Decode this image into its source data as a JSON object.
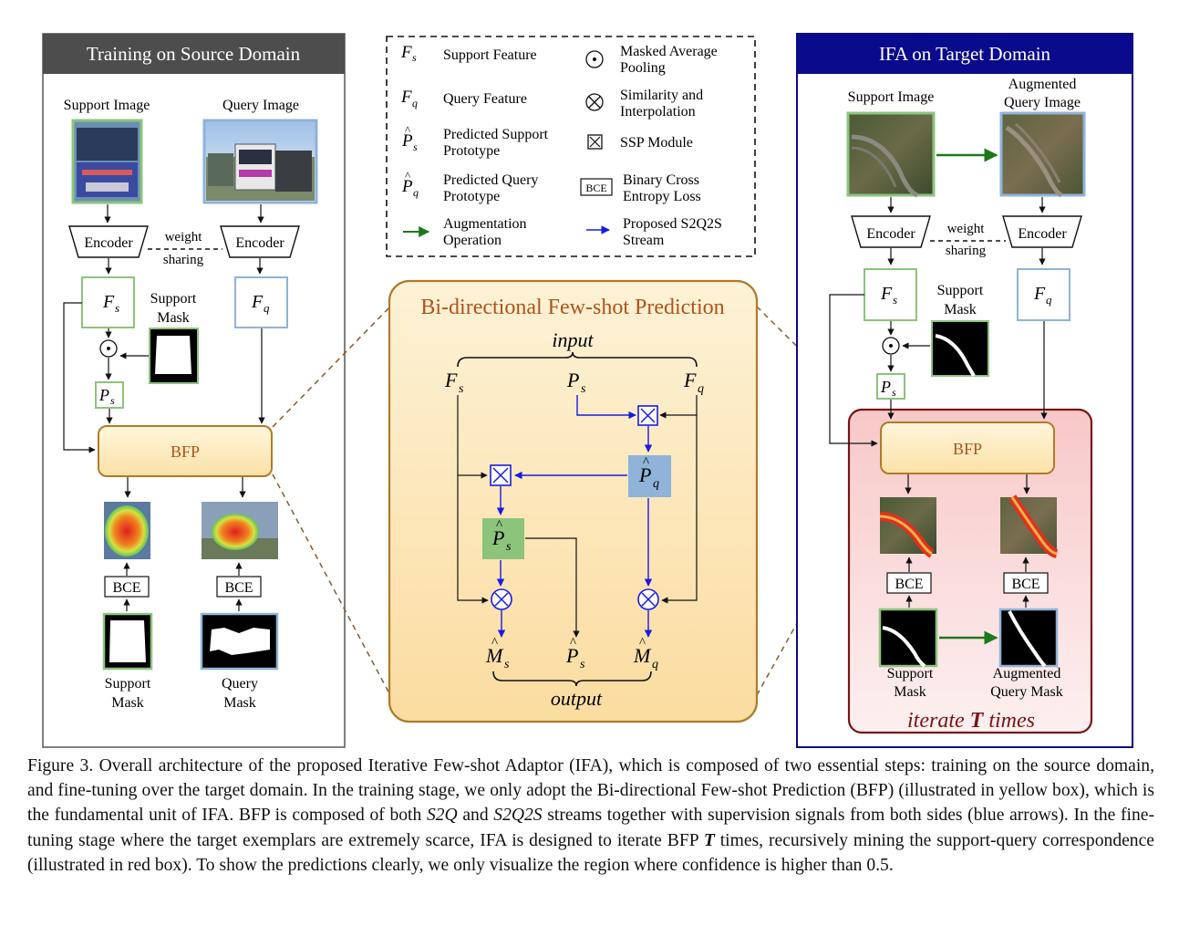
{
  "left_panel": {
    "title": "Training on Source Domain",
    "support_image_label": "Support Image",
    "query_image_label": "Query Image",
    "encoder_label": "Encoder",
    "weight_sharing_line1": "weight",
    "weight_sharing_line2": "sharing",
    "fs_label": "F",
    "fs_sub": "s",
    "fq_label": "F",
    "fq_sub": "q",
    "support_mask_line1": "Support",
    "support_mask_line2": "Mask",
    "ps_label": "P",
    "ps_sub": "s",
    "bfp_label": "BFP",
    "bce_label": "BCE",
    "bottom_support_line1": "Support",
    "bottom_support_line2": "Mask",
    "bottom_query_line1": "Query",
    "bottom_query_line2": "Mask"
  },
  "legend": {
    "items": [
      {
        "symbol": "F",
        "sub": "s",
        "hat": false,
        "line1": "Support Feature",
        "line2": ""
      },
      {
        "symbol": "F",
        "sub": "q",
        "hat": false,
        "line1": "Query Feature",
        "line2": ""
      },
      {
        "symbol": "P",
        "sub": "s",
        "hat": true,
        "line1": "Predicted Support",
        "line2": "Prototype"
      },
      {
        "symbol": "P",
        "sub": "q",
        "hat": true,
        "line1": "Predicted Query",
        "line2": "Prototype"
      }
    ],
    "ops": [
      {
        "icon": "masked-avg-pool-icon",
        "line1": "Masked Average",
        "line2": "Pooling"
      },
      {
        "icon": "similarity-icon",
        "line1": "Similarity and",
        "line2": "Interpolation"
      },
      {
        "icon": "ssp-module-icon",
        "line1": "SSP Module",
        "line2": ""
      },
      {
        "icon": "bce-icon",
        "glyph": "BCE",
        "line1": "Binary Cross",
        "line2": "Entropy Loss"
      }
    ],
    "aug_line1": "Augmentation",
    "aug_line2": "Operation",
    "s2q2s_line1": "Proposed S2Q2S",
    "s2q2s_line2": "Stream"
  },
  "center_panel": {
    "title": "Bi-directional Few-shot Prediction",
    "input_label": "input",
    "output_label": "output",
    "fs": "F",
    "fs_sub": "s",
    "ps": "P",
    "ps_sub": "s",
    "fq": "F",
    "fq_sub": "q",
    "pq_hat": "P",
    "pq_hat_sub": "q",
    "ps_hat": "P",
    "ps_hat_sub": "s",
    "ms_hat": "M",
    "ms_hat_sub": "s",
    "mq_hat": "M",
    "mq_hat_sub": "q"
  },
  "right_panel": {
    "title": "IFA on Target Domain",
    "support_image_label": "Support Image",
    "aug_query_line1": "Augmented",
    "aug_query_line2": "Query Image",
    "encoder_label": "Encoder",
    "weight_sharing_line1": "weight",
    "weight_sharing_line2": "sharing",
    "fs_label": "F",
    "fs_sub": "s",
    "fq_label": "F",
    "fq_sub": "q",
    "support_mask_line1": "Support",
    "support_mask_line2": "Mask",
    "ps_label": "P",
    "ps_sub": "s",
    "bfp_label": "BFP",
    "bce_label": "BCE",
    "bottom_support_line1": "Support",
    "bottom_support_line2": "Mask",
    "bottom_query_line1": "Augmented",
    "bottom_query_line2": "Query Mask",
    "iterate_pre": "iterate ",
    "iterate_t": "T",
    "iterate_post": " times"
  },
  "caption": {
    "p1": "Figure 3. Overall architecture of the proposed Iterative Few-shot Adaptor (IFA), which is composed of two essential steps: training on the source domain, and fine-tuning over the target domain. In the training stage, we only adopt the Bi-directional Few-shot Prediction (BFP) (illustrated in yellow box), which is the fundamental unit of IFA. BFP is composed of both ",
    "s2q": "S2Q",
    "and": " and ",
    "s2q2s": "S2Q2S",
    "p2": " streams together with supervision signals from both sides (blue arrows). In the fine-tuning stage where the target exemplars are extremely scarce, IFA is designed to iterate BFP ",
    "t": "T",
    "p3": " times, recursively mining the support-query correspondence (illustrated in red box). To show the predictions clearly, we only visualize the region where confidence is higher than 0.5."
  },
  "colors": {
    "left_header": "#4d4d4d",
    "right_header": "#0a0a8c",
    "support_border": "#8cc47c",
    "query_border": "#8fb3d9",
    "bfp_center_border": "#b07a2a",
    "blue_arrow": "#1a1ae6",
    "green_arrow": "#1a7a1a",
    "iterate_box_border": "#7a1414"
  }
}
